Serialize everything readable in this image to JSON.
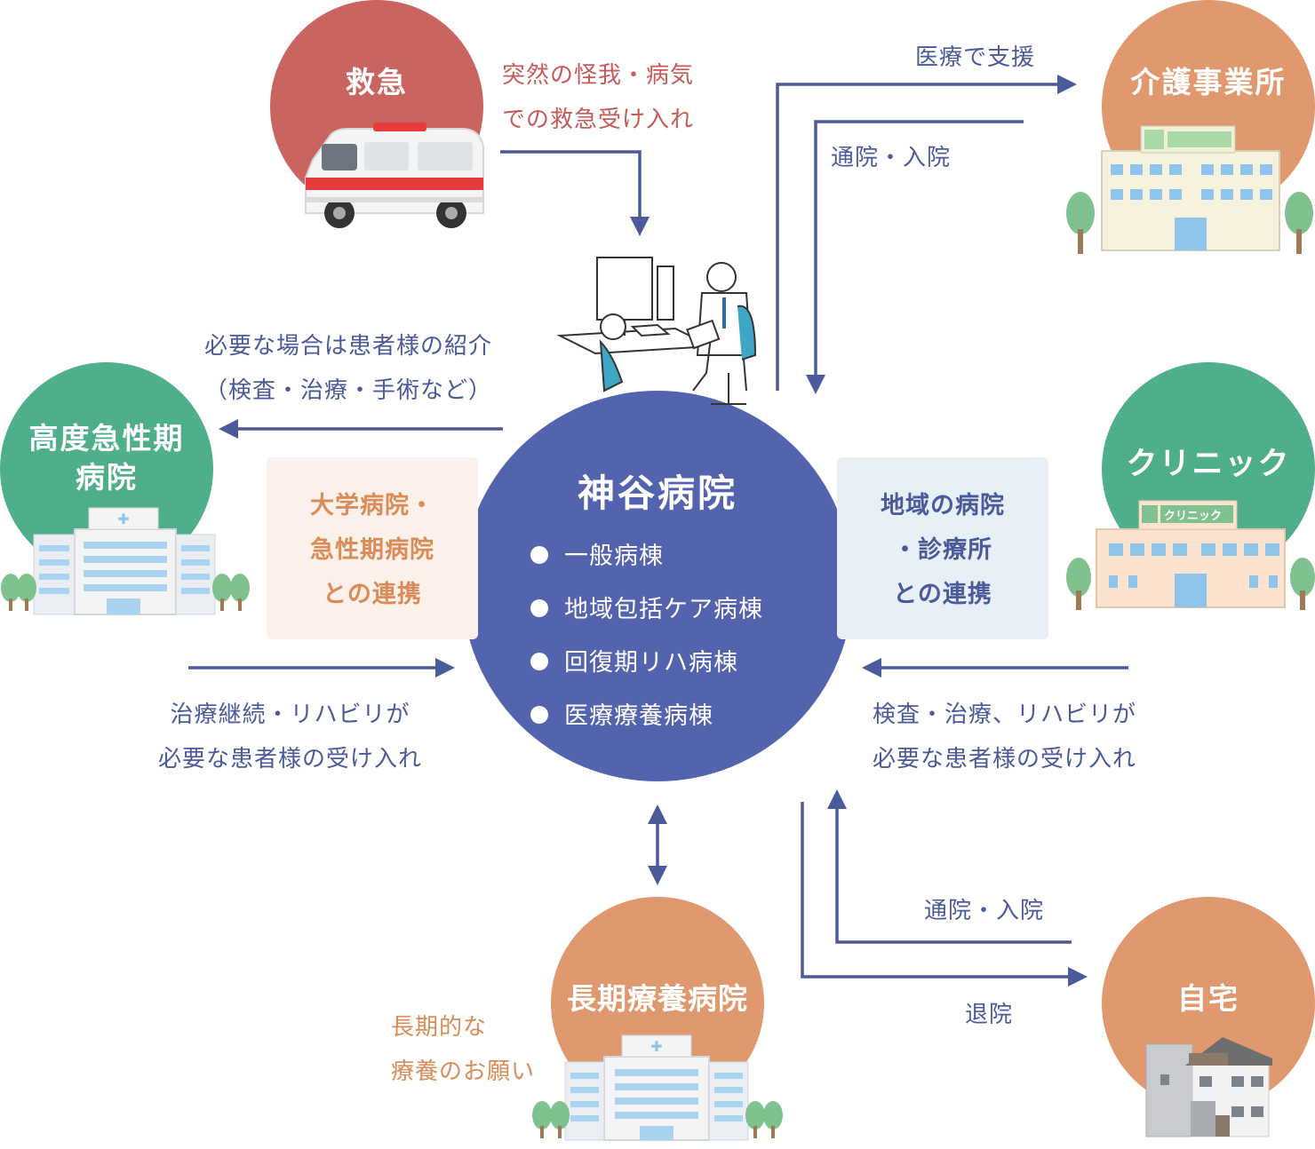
{
  "center": {
    "title": "神谷病院",
    "wards": [
      "一般病棟",
      "地域包括ケア病棟",
      "回復期リハ病棟",
      "医療療養病棟"
    ]
  },
  "nodes": {
    "emergency": "救急",
    "care_facility": "介護事業所",
    "acute_hospital": [
      "高度急性期",
      "病院"
    ],
    "clinic": "クリニック",
    "long_term": "長期療養病院",
    "home": "自宅"
  },
  "boxes": {
    "university": [
      "大学病院・",
      "急性期病院",
      "との連携"
    ],
    "regional": [
      "地域の病院",
      "・診療所",
      "との連携"
    ]
  },
  "labels": {
    "emergency_in": [
      "突然の怪我・病気",
      "での救急受け入れ"
    ],
    "medical_support": "医療で支援",
    "visit_admit_top": "通院・入院",
    "referral": [
      "必要な場合は患者様の紹介",
      "（検査・治療・手術など）"
    ],
    "continue_treatment": [
      "治療継続・リハビリが",
      "必要な患者様の受け入れ"
    ],
    "exam_rehab": [
      "検査・治療、リハビリが",
      "必要な患者様の受け入れ"
    ],
    "visit_admit_bottom": "通院・入院",
    "discharge": "退院",
    "long_term_request": [
      "長期的な",
      "療養のお願い"
    ],
    "clinic_sign": "クリニック"
  },
  "colors": {
    "center": "#5463ad",
    "emergency": "#c96461",
    "care": "#e0996f",
    "acute": "#4faf8b",
    "clinic": "#4faf8b",
    "arrow": "#4a5a9a",
    "box_university": "#fcf1ea",
    "box_regional": "#e9eff6"
  },
  "icons": [
    "ambulance-icon",
    "doctor-consultation-icon",
    "hospital-building-icon",
    "care-facility-building-icon",
    "clinic-building-icon",
    "house-icon"
  ]
}
